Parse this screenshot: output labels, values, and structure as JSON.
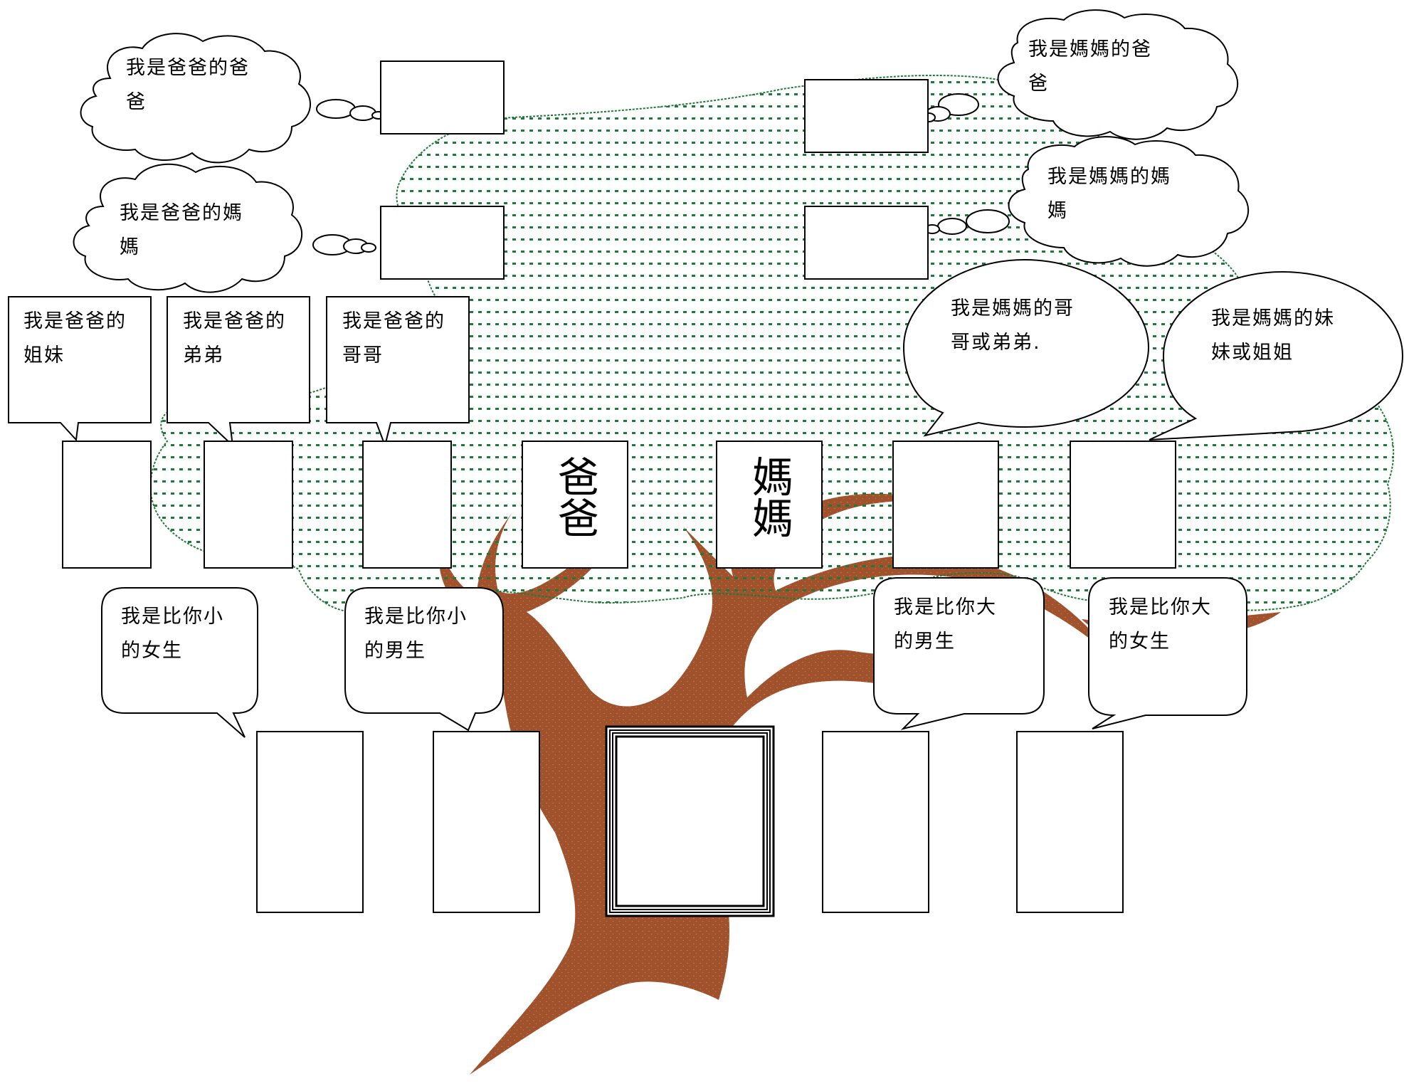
{
  "colors": {
    "canopy_dots": "#1f7a3a",
    "trunk": "#a0522d",
    "box_border": "#000000",
    "background": "#ffffff"
  },
  "grandparents": {
    "dads_father": "我是爸爸的爸爸",
    "dads_mother": "我是爸爸的媽媽",
    "moms_father": "我是媽媽的爸爸",
    "moms_mother": "我是媽媽的媽媽"
  },
  "parents_generation": {
    "dads_sister": "我是爸爸的姐妹",
    "dads_younger_brother": "我是爸爸的弟弟",
    "dads_older_brother": "我是爸爸的哥哥",
    "dad": "爸爸",
    "mom": "媽媽",
    "moms_brother": "我是媽媽的哥哥或弟弟.",
    "moms_sister": "我是媽媽的妹妹或姐姐"
  },
  "siblings": {
    "younger_girl": "我是比你小的女生",
    "younger_boy": "我是比你小的男生",
    "older_boy": "我是比你大的男生",
    "older_girl": "我是比你大的女生"
  }
}
